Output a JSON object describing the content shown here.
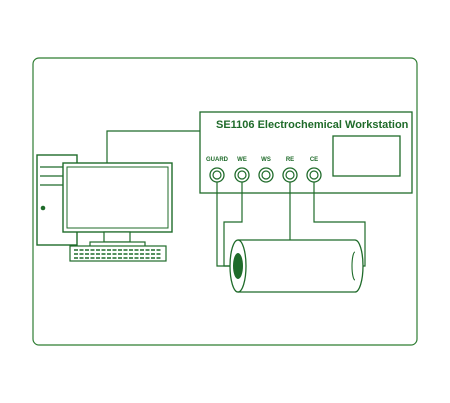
{
  "workstation": {
    "title": "SE1106 Electrochemical Workstation",
    "ports": [
      {
        "label": "GUARD"
      },
      {
        "label": "WE"
      },
      {
        "label": "WS"
      },
      {
        "label": "RE"
      },
      {
        "label": "CE"
      }
    ]
  },
  "colors": {
    "line": "#1f6b2a",
    "background": "#ffffff",
    "frame": "#2e7d32"
  },
  "icons": {
    "computer": "desktop-computer-icon",
    "cell": "cylindrical-cell-icon"
  }
}
